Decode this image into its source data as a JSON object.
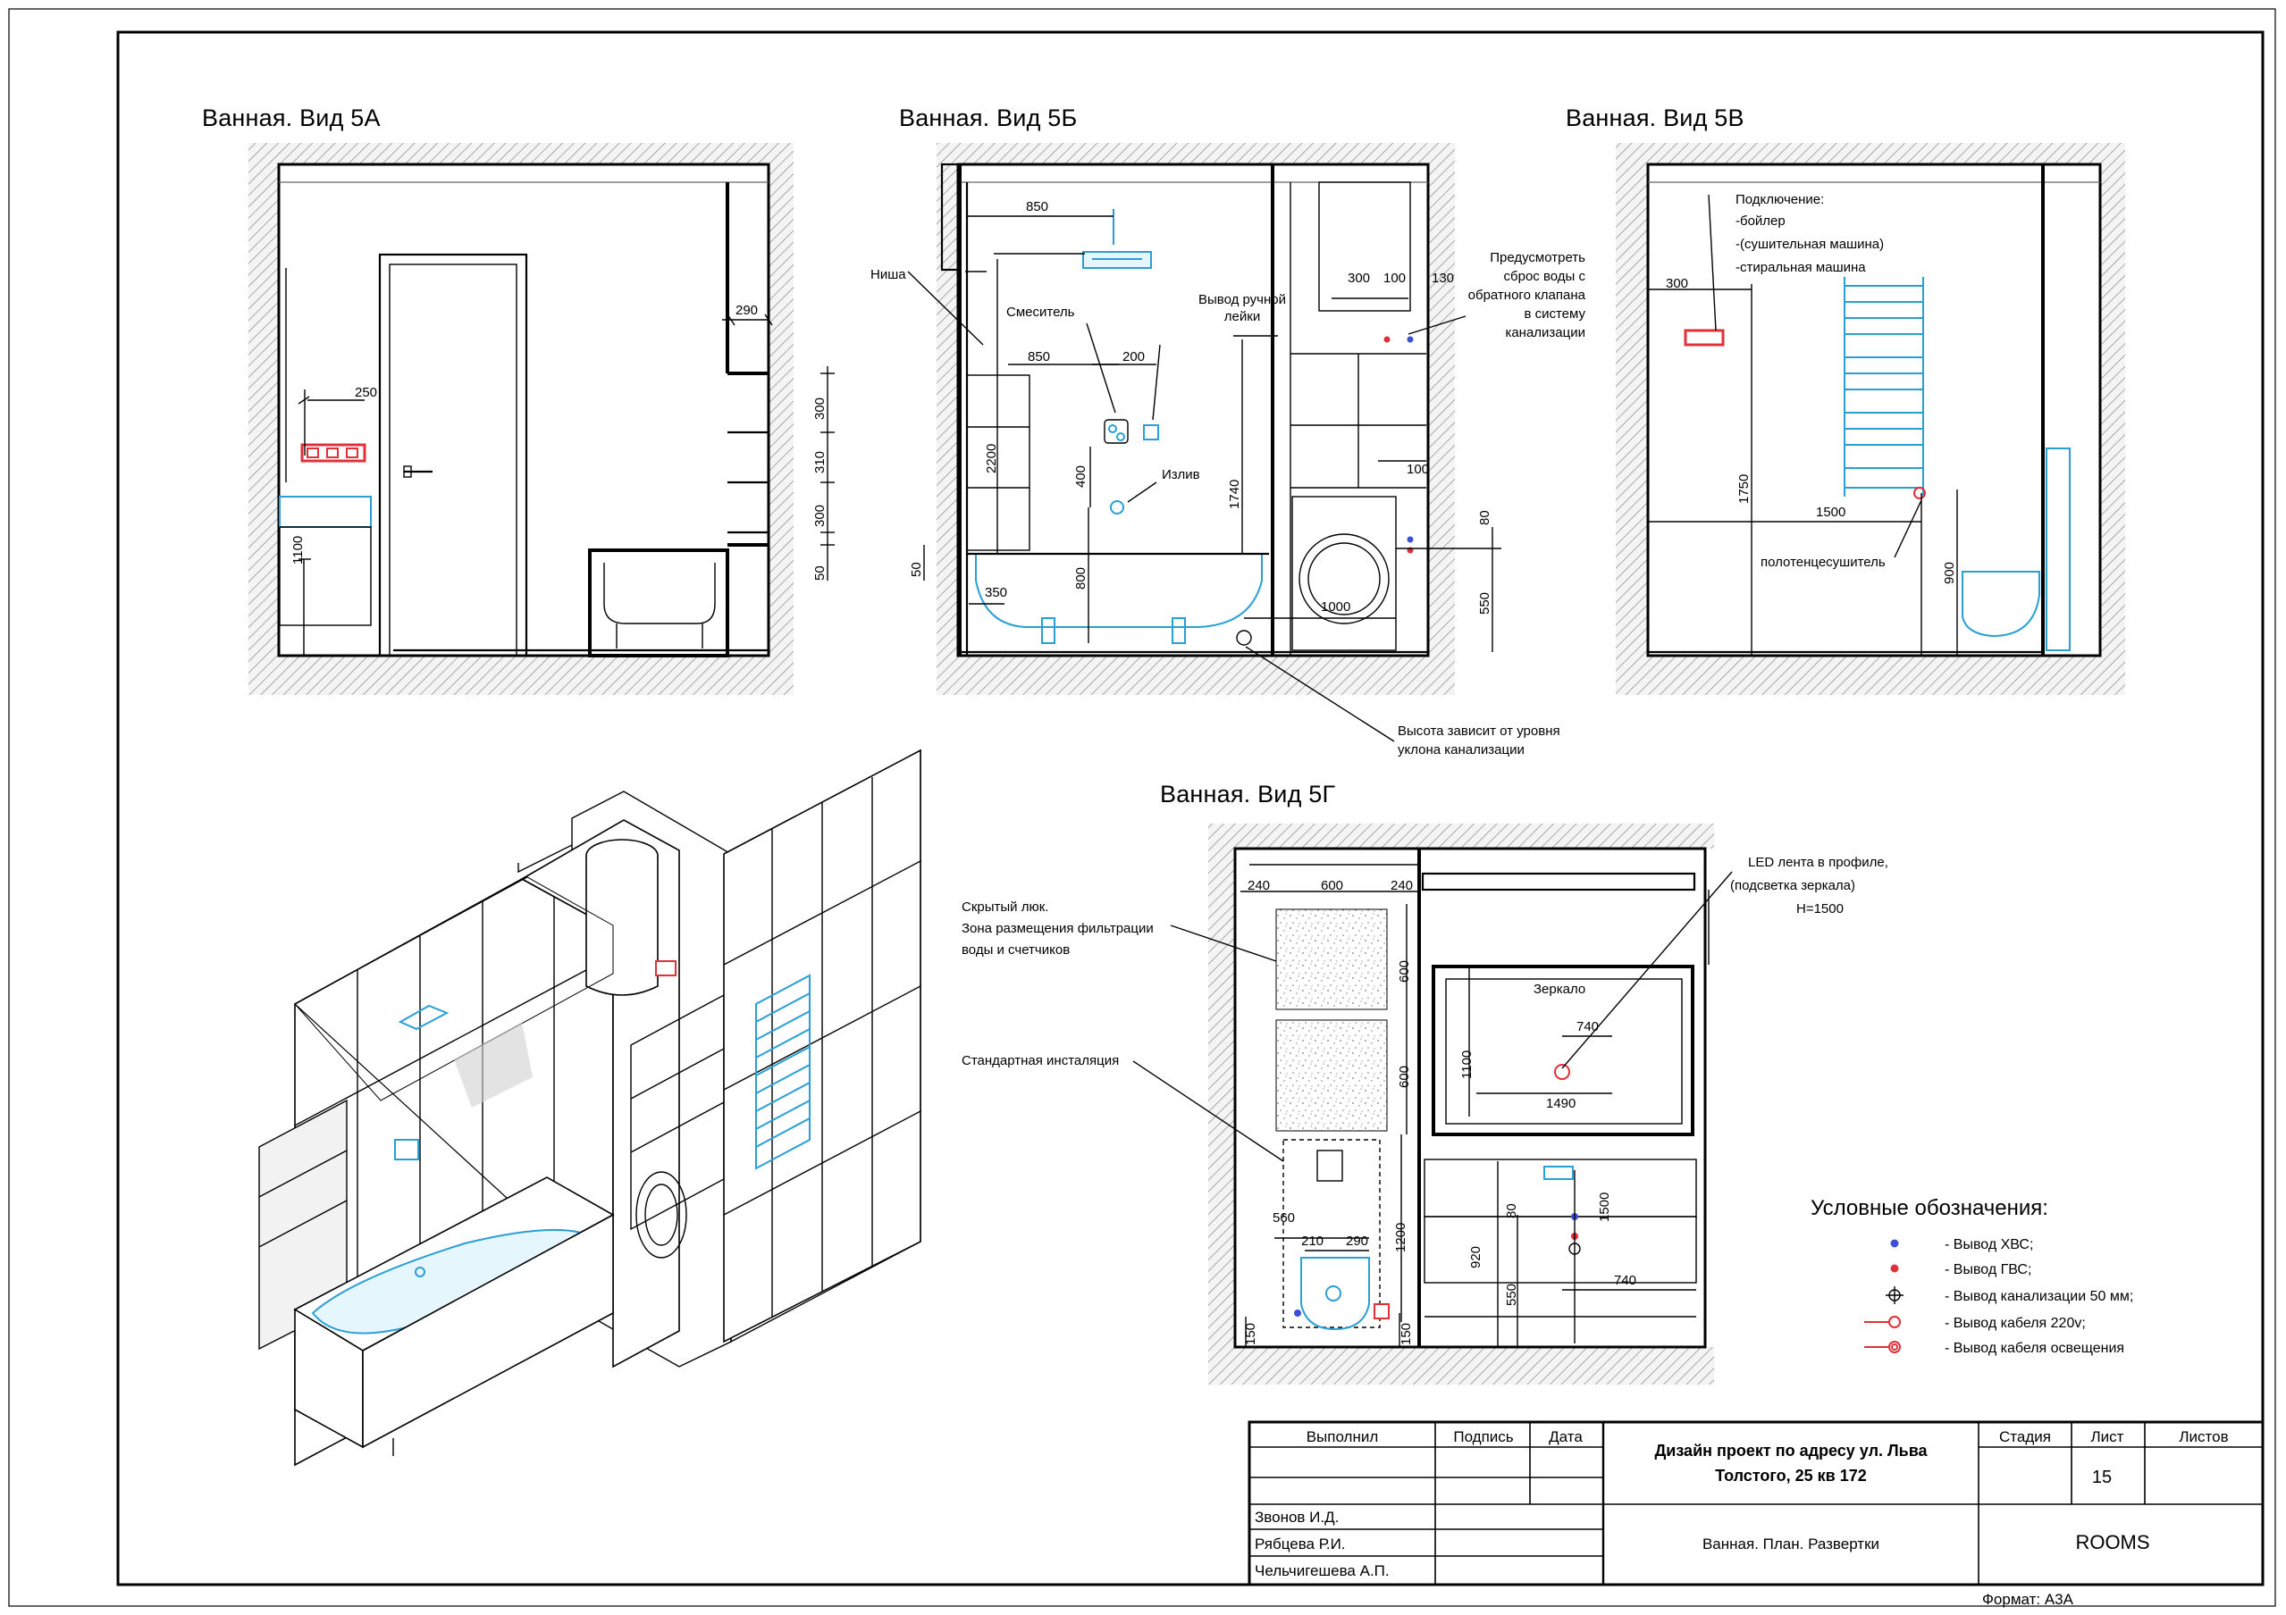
{
  "views": {
    "v5a": "Ванная. Вид 5А",
    "v5b": "Ванная. Вид 5Б",
    "v5v": "Ванная. Вид 5В",
    "v5g": "Ванная. Вид 5Г"
  },
  "view5a": {
    "dims": [
      "290",
      "250",
      "1100",
      "300",
      "310",
      "300",
      "50"
    ]
  },
  "view5b": {
    "dims": [
      "850",
      "300",
      "100",
      "130",
      "850",
      "200",
      "2200",
      "400",
      "1740",
      "100",
      "80",
      "800",
      "350",
      "1000",
      "550",
      "50"
    ],
    "labels": {
      "niche": "Ниша",
      "mixer": "Смеситель",
      "hand_shower": "Вывод ручной лейки",
      "spout": "Излив",
      "drain_note": "Предусмотреть сброс воды с обратного клапана в систему канализации",
      "sewer_note": "Высота зависит от уровня уклона канализации"
    }
  },
  "view5v": {
    "dims": [
      "300",
      "1750",
      "1500",
      "900"
    ],
    "labels": {
      "connection_title": "Подключение:",
      "connection_1": "-бойлер",
      "connection_2": "-(сушительная машина)",
      "connection_3": "-стиральная машина",
      "towel_dryer": "полотенцесушитель"
    }
  },
  "view5g": {
    "dims": [
      "240",
      "600",
      "240",
      "600",
      "600",
      "1100",
      "740",
      "1490",
      "560",
      "210",
      "290",
      "1200",
      "80",
      "1500",
      "920",
      "550",
      "740",
      "150",
      "150"
    ],
    "labels": {
      "hatch_note_1": "Скрытый люк.",
      "hatch_note_2": "Зона размещения фильтрации",
      "hatch_note_3": "воды и счетчиков",
      "installation": "Стандартная инсталяция",
      "led_1": "LED лента в профиле,",
      "led_2": "(подсветка зеркала)",
      "led_3": "H=1500",
      "mirror": "Зеркало"
    }
  },
  "legend": {
    "title": "Условные обозначения:",
    "items": [
      "- Вывод ХВС;",
      "- Вывод ГВС;",
      "- Вывод канализации 50 мм;",
      "- Вывод кабеля 220v;",
      "- Вывод кабеля освещения"
    ],
    "colors": {
      "cold": "#3b4fd8",
      "hot": "#e0303a",
      "cable": "#e0303a",
      "blue": "#2a9fd6"
    }
  },
  "titleblock": {
    "col_executed": "Выполнил",
    "col_signature": "Подпись",
    "col_date": "Дата",
    "project_1": "Дизайн проект по адресу ул. Льва",
    "project_2": "Толстого, 25 кв 172",
    "col_stage": "Стадия",
    "col_sheet": "Лист",
    "col_sheets": "Листов",
    "sheet_no": "15",
    "person_1": "Звонов И.Д.",
    "person_2": "Рябцева Р.И.",
    "person_3": "Чельчигешева А.П.",
    "sheet_title": "Ванная. План. Развертки",
    "company": "ROOMS",
    "format": "Формат: А3А"
  }
}
